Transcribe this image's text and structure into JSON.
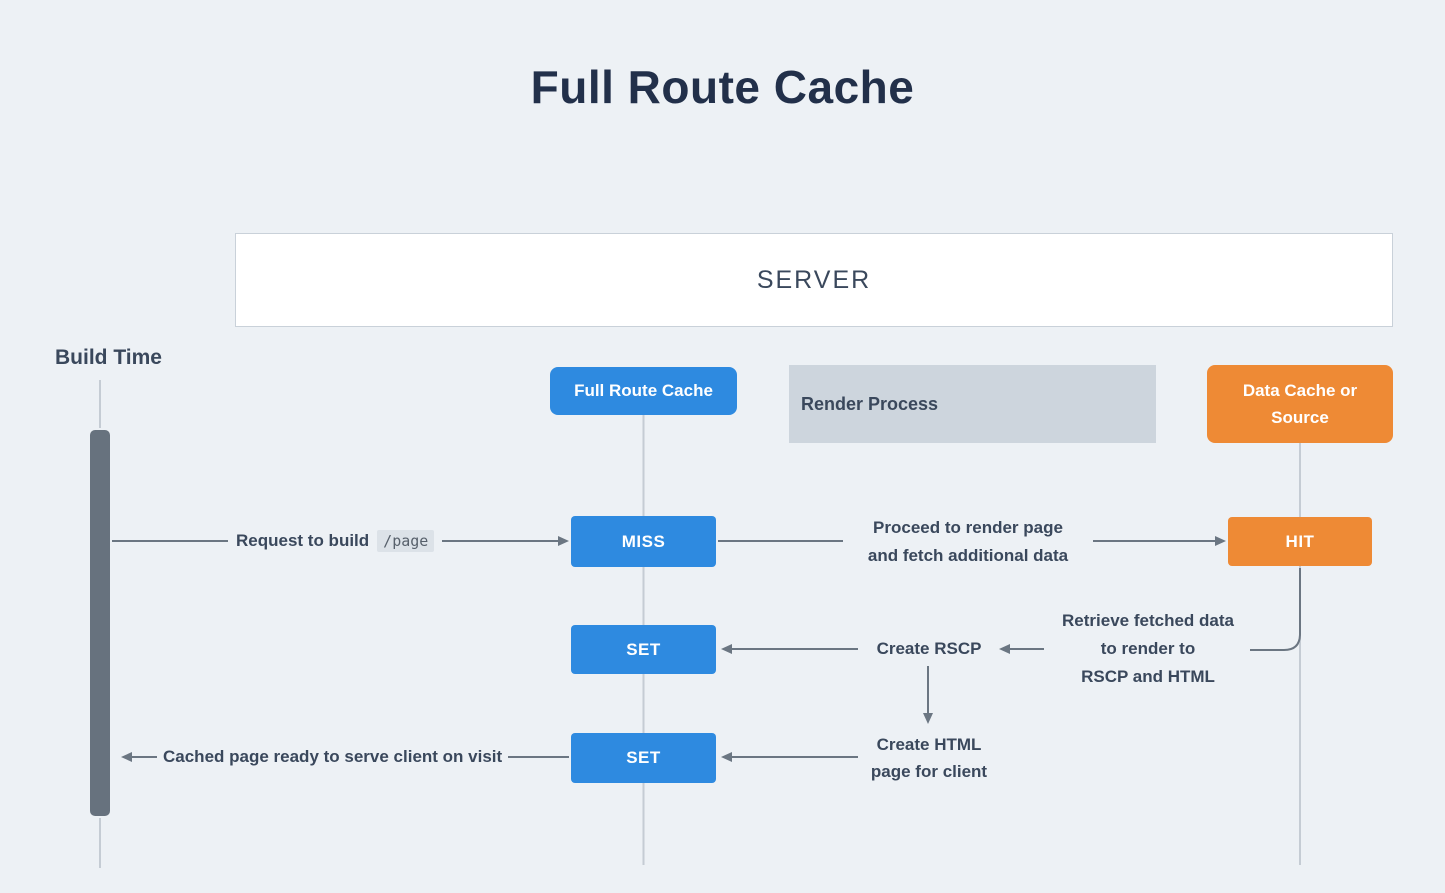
{
  "title": "Full Route Cache",
  "server": {
    "label": "SERVER"
  },
  "timeline": {
    "label": "Build Time"
  },
  "columns": {
    "full_route_cache": {
      "label": "Full Route Cache",
      "color": "#2e8ae0"
    },
    "render_process": {
      "label": "Render Process",
      "color": "#cdd5dd"
    },
    "data_cache": {
      "label": "Data Cache or Source",
      "color": "#ee8a35"
    }
  },
  "nodes": {
    "miss": {
      "label": "MISS",
      "color": "#2e8ae0"
    },
    "hit": {
      "label": "HIT",
      "color": "#ee8a35"
    },
    "set_rscp": {
      "label": "SET",
      "color": "#2e8ae0"
    },
    "set_html": {
      "label": "SET",
      "color": "#2e8ae0"
    }
  },
  "labels": {
    "request_text": "Request to build",
    "request_code": "/page",
    "proceed_lines": [
      "Proceed to render page",
      "and fetch additional data"
    ],
    "retrieve_lines": [
      "Retrieve fetched data",
      "to render to",
      "RSCP and HTML"
    ],
    "create_rscp": "Create RSCP",
    "create_html_lines": [
      "Create HTML",
      "page for client"
    ],
    "cached_ready": "Cached page ready to serve client on visit"
  },
  "colors": {
    "background": "#edf1f5",
    "title_text": "#22304a",
    "label_text": "#3a485c",
    "arrow": "#6b7682",
    "lane_line": "#c5ccd4",
    "timeline_bar": "#67727e",
    "code_chip_bg": "#dce2e8"
  }
}
